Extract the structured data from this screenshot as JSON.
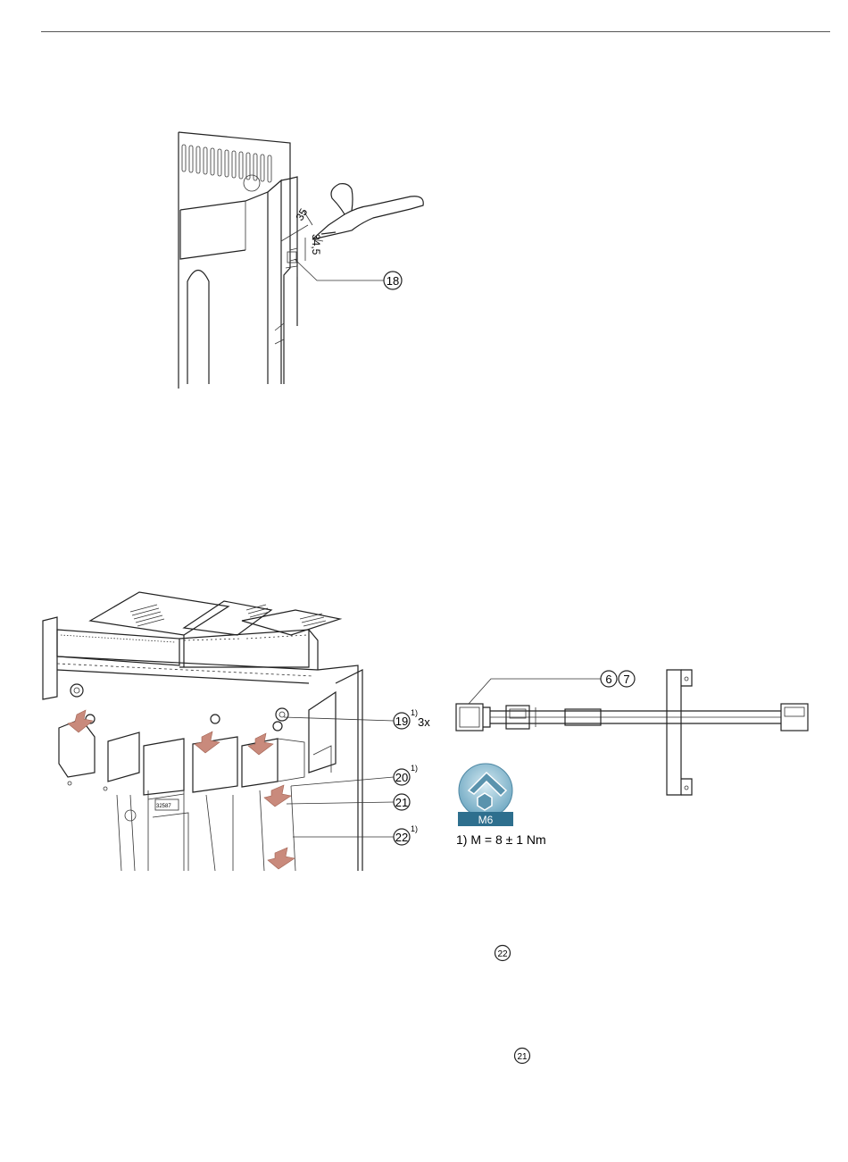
{
  "figure1": {
    "dim_width": "35",
    "dim_height": "34,5",
    "callout_18": "18"
  },
  "figure2": {
    "callouts": [
      {
        "num": "19",
        "sup": "1)",
        "suffix": "3x"
      },
      {
        "num": "20",
        "sup": "1)",
        "suffix": ""
      },
      {
        "num": "21",
        "sup": "",
        "suffix": ""
      },
      {
        "num": "22",
        "sup": "1)",
        "suffix": ""
      }
    ],
    "label_plate": "32587"
  },
  "figure3": {
    "callout_a": "6",
    "callout_b": "7"
  },
  "torque": {
    "tool_label": "M6",
    "note": "1) M = 8 ± 1 Nm"
  },
  "text_refs": {
    "ref_22": "22",
    "ref_21": "21"
  }
}
